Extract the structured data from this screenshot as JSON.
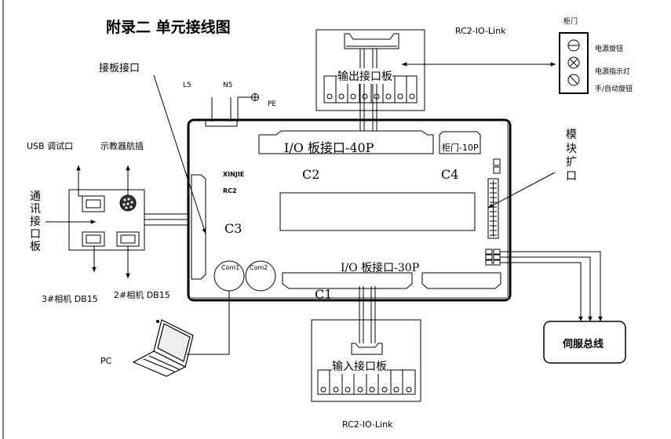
{
  "title": "附录二  单元接线图",
  "labels": {
    "board_interface": "接板接口",
    "l5": "L5",
    "n5": "N5",
    "pe": "PE",
    "usb": "USB 调试口",
    "teach_pendant": "示教器航插",
    "comm_board": "通讯接口板",
    "camera3": "3#相机 DB15",
    "camera2": "2#相机 DB15",
    "pc": "PC",
    "io40": "I/O 板接口-40P",
    "cabinet10": "柜门-10P",
    "xinjie": "XINJIE",
    "rc2": "RC2",
    "c1": "C1",
    "c2": "C2",
    "c3": "C3",
    "c4": "C4",
    "com1": "Com1",
    "com2": "Com2",
    "io30": "I/O 板接口-30P",
    "output_board": "输出接口板",
    "input_board": "输入接口板",
    "iolink_top": "RC2-IO-Link",
    "iolink_bottom": "RC2-IO-Link",
    "cabinet_door": "柜门",
    "power_knob": "电源旋钮",
    "power_lamp": "电源指示灯",
    "manual_auto_knob": "手/自动旋钮",
    "module_expansion": "模块扩口",
    "servo_bus": "伺服总线"
  }
}
